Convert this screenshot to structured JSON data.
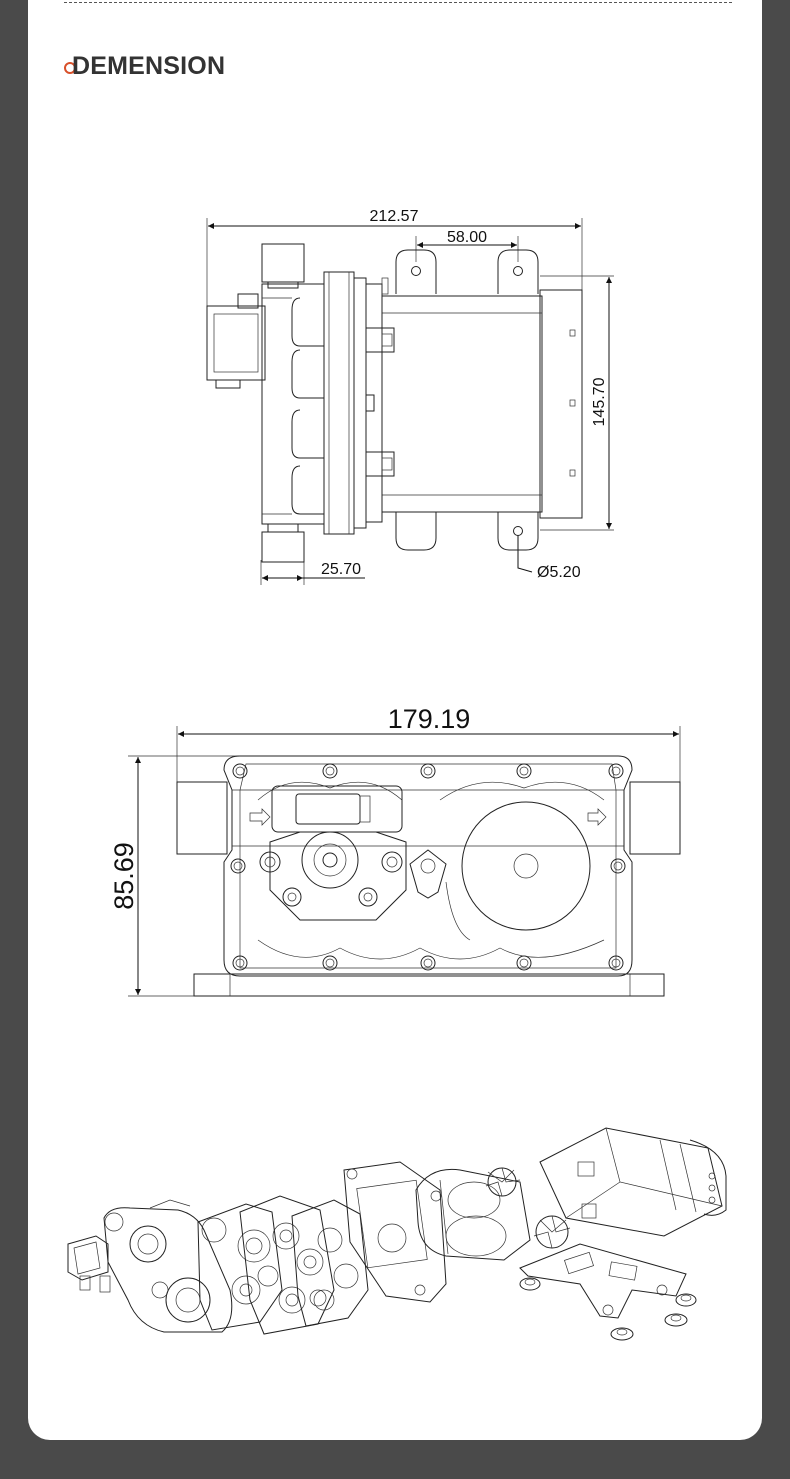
{
  "header": {
    "title": "DEMENSION"
  },
  "top_view": {
    "overall_width": "212.57",
    "bracket_spacing": "58.00",
    "height": "145.70",
    "port_width": "25.70",
    "hole_diameter": "Ø5.20"
  },
  "front_view": {
    "width": "179.19",
    "height": "85.69"
  },
  "colors": {
    "accent": "#d8502a",
    "frame": "#4a4a4a"
  }
}
